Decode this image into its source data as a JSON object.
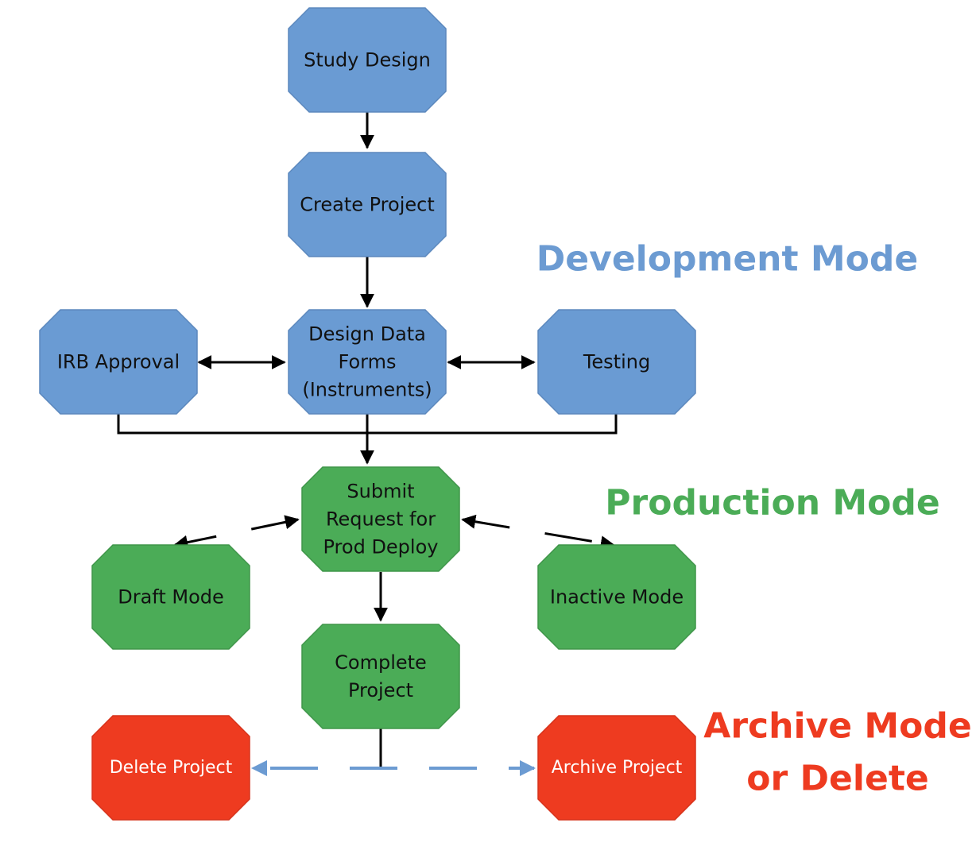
{
  "colors": {
    "development": "#6a9bd3",
    "development_stroke": "#5c88bd",
    "production": "#4bac57",
    "production_stroke": "#3f9549",
    "archive": "#ee3b20",
    "archive_stroke": "#d7331b",
    "development_label": "#6c9bd2",
    "production_label": "#4bac57",
    "archive_label": "#ee3b20",
    "dashed_archive_edge": "#6c9bd2"
  },
  "nodes": {
    "study_design": {
      "lines": [
        "Study Design"
      ]
    },
    "create_project": {
      "lines": [
        "Create Project"
      ]
    },
    "design_data_forms": {
      "lines": [
        "Design Data",
        "Forms",
        "(Instruments)"
      ]
    },
    "irb_approval": {
      "lines": [
        "IRB Approval"
      ]
    },
    "testing": {
      "lines": [
        "Testing"
      ]
    },
    "submit_request": {
      "lines": [
        "Submit",
        "Request for",
        "Prod Deploy"
      ]
    },
    "draft_mode": {
      "lines": [
        "Draft Mode"
      ]
    },
    "inactive_mode": {
      "lines": [
        "Inactive Mode"
      ]
    },
    "complete_project": {
      "lines": [
        "Complete",
        "Project"
      ]
    },
    "delete_project": {
      "lines": [
        "Delete Project"
      ]
    },
    "archive_project": {
      "lines": [
        "Archive Project"
      ]
    }
  },
  "mode_labels": {
    "development": [
      "Development Mode"
    ],
    "production": [
      "Production Mode"
    ],
    "archive": [
      "Archive Mode",
      "or Delete"
    ]
  }
}
